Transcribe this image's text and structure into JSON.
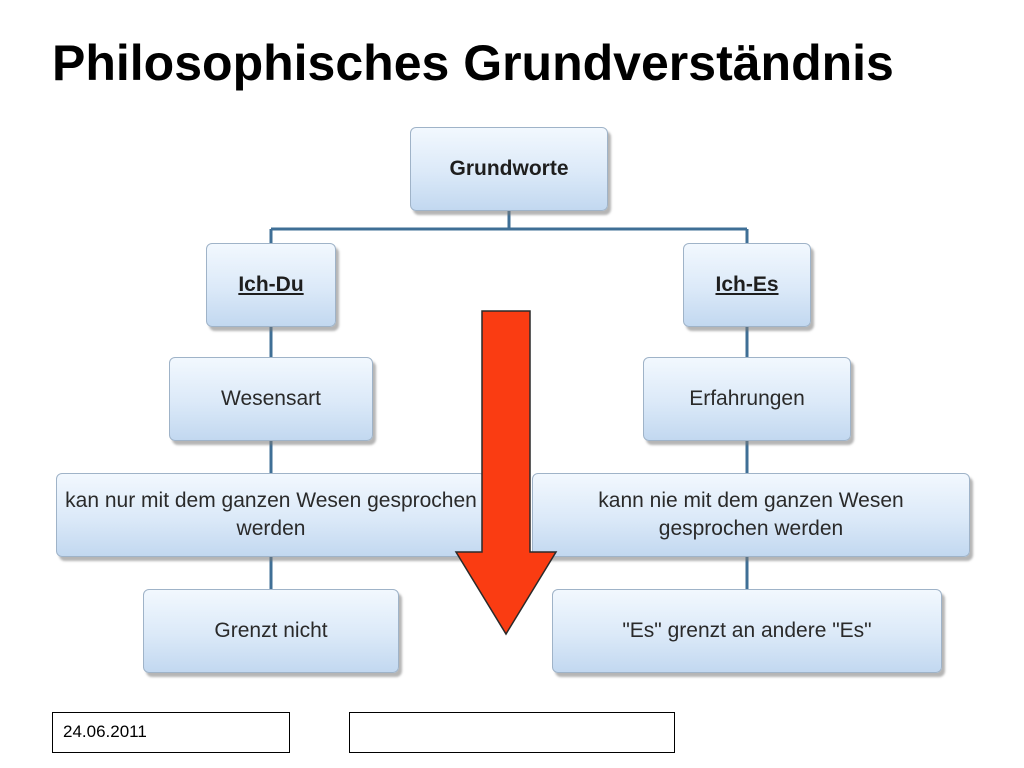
{
  "title": "Philosophisches Grundverständnis",
  "diagram": {
    "root": "Grundworte",
    "left": {
      "heading": "Ich-Du",
      "level1": "Wesensart",
      "level2": "kan nur mit dem ganzen Wesen gesprochen werden",
      "level3": "Grenzt nicht"
    },
    "right": {
      "heading": "Ich-Es",
      "level1": "Erfahrungen",
      "level2": "kann nie mit dem ganzen Wesen gesprochen werden",
      "level3": "\"Es\" grenzt an andere \"Es\""
    }
  },
  "footer": {
    "date": "24.06.2011",
    "center": ""
  },
  "colors": {
    "arrow": "#fa3c12",
    "arrow_stroke": "#2a2a2a",
    "connector": "#3f6f96",
    "node_border": "#9fb3c8"
  }
}
